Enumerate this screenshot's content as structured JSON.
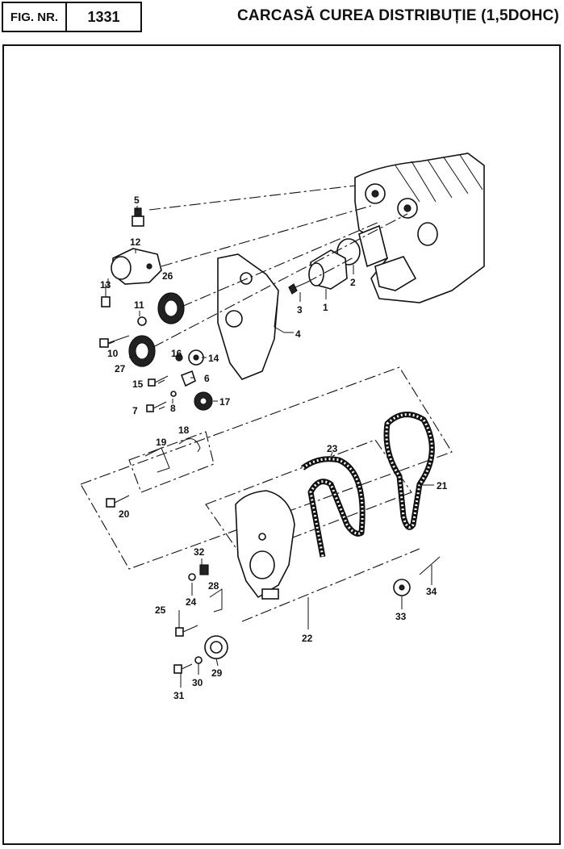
{
  "header": {
    "fig_label": "FIG. NR.",
    "fig_number": "1331",
    "title": "CARCASĂ CUREA DISTRIBUȚIE (1,5DOHC)"
  },
  "diagram": {
    "callouts": [
      "1",
      "2",
      "3",
      "4",
      "5",
      "6",
      "7",
      "8",
      "10",
      "11",
      "12",
      "13",
      "14",
      "15",
      "16",
      "17",
      "18",
      "19",
      "20",
      "21",
      "22",
      "23",
      "24",
      "25",
      "26",
      "27",
      "28",
      "29",
      "30",
      "31",
      "32",
      "33",
      "34"
    ]
  }
}
